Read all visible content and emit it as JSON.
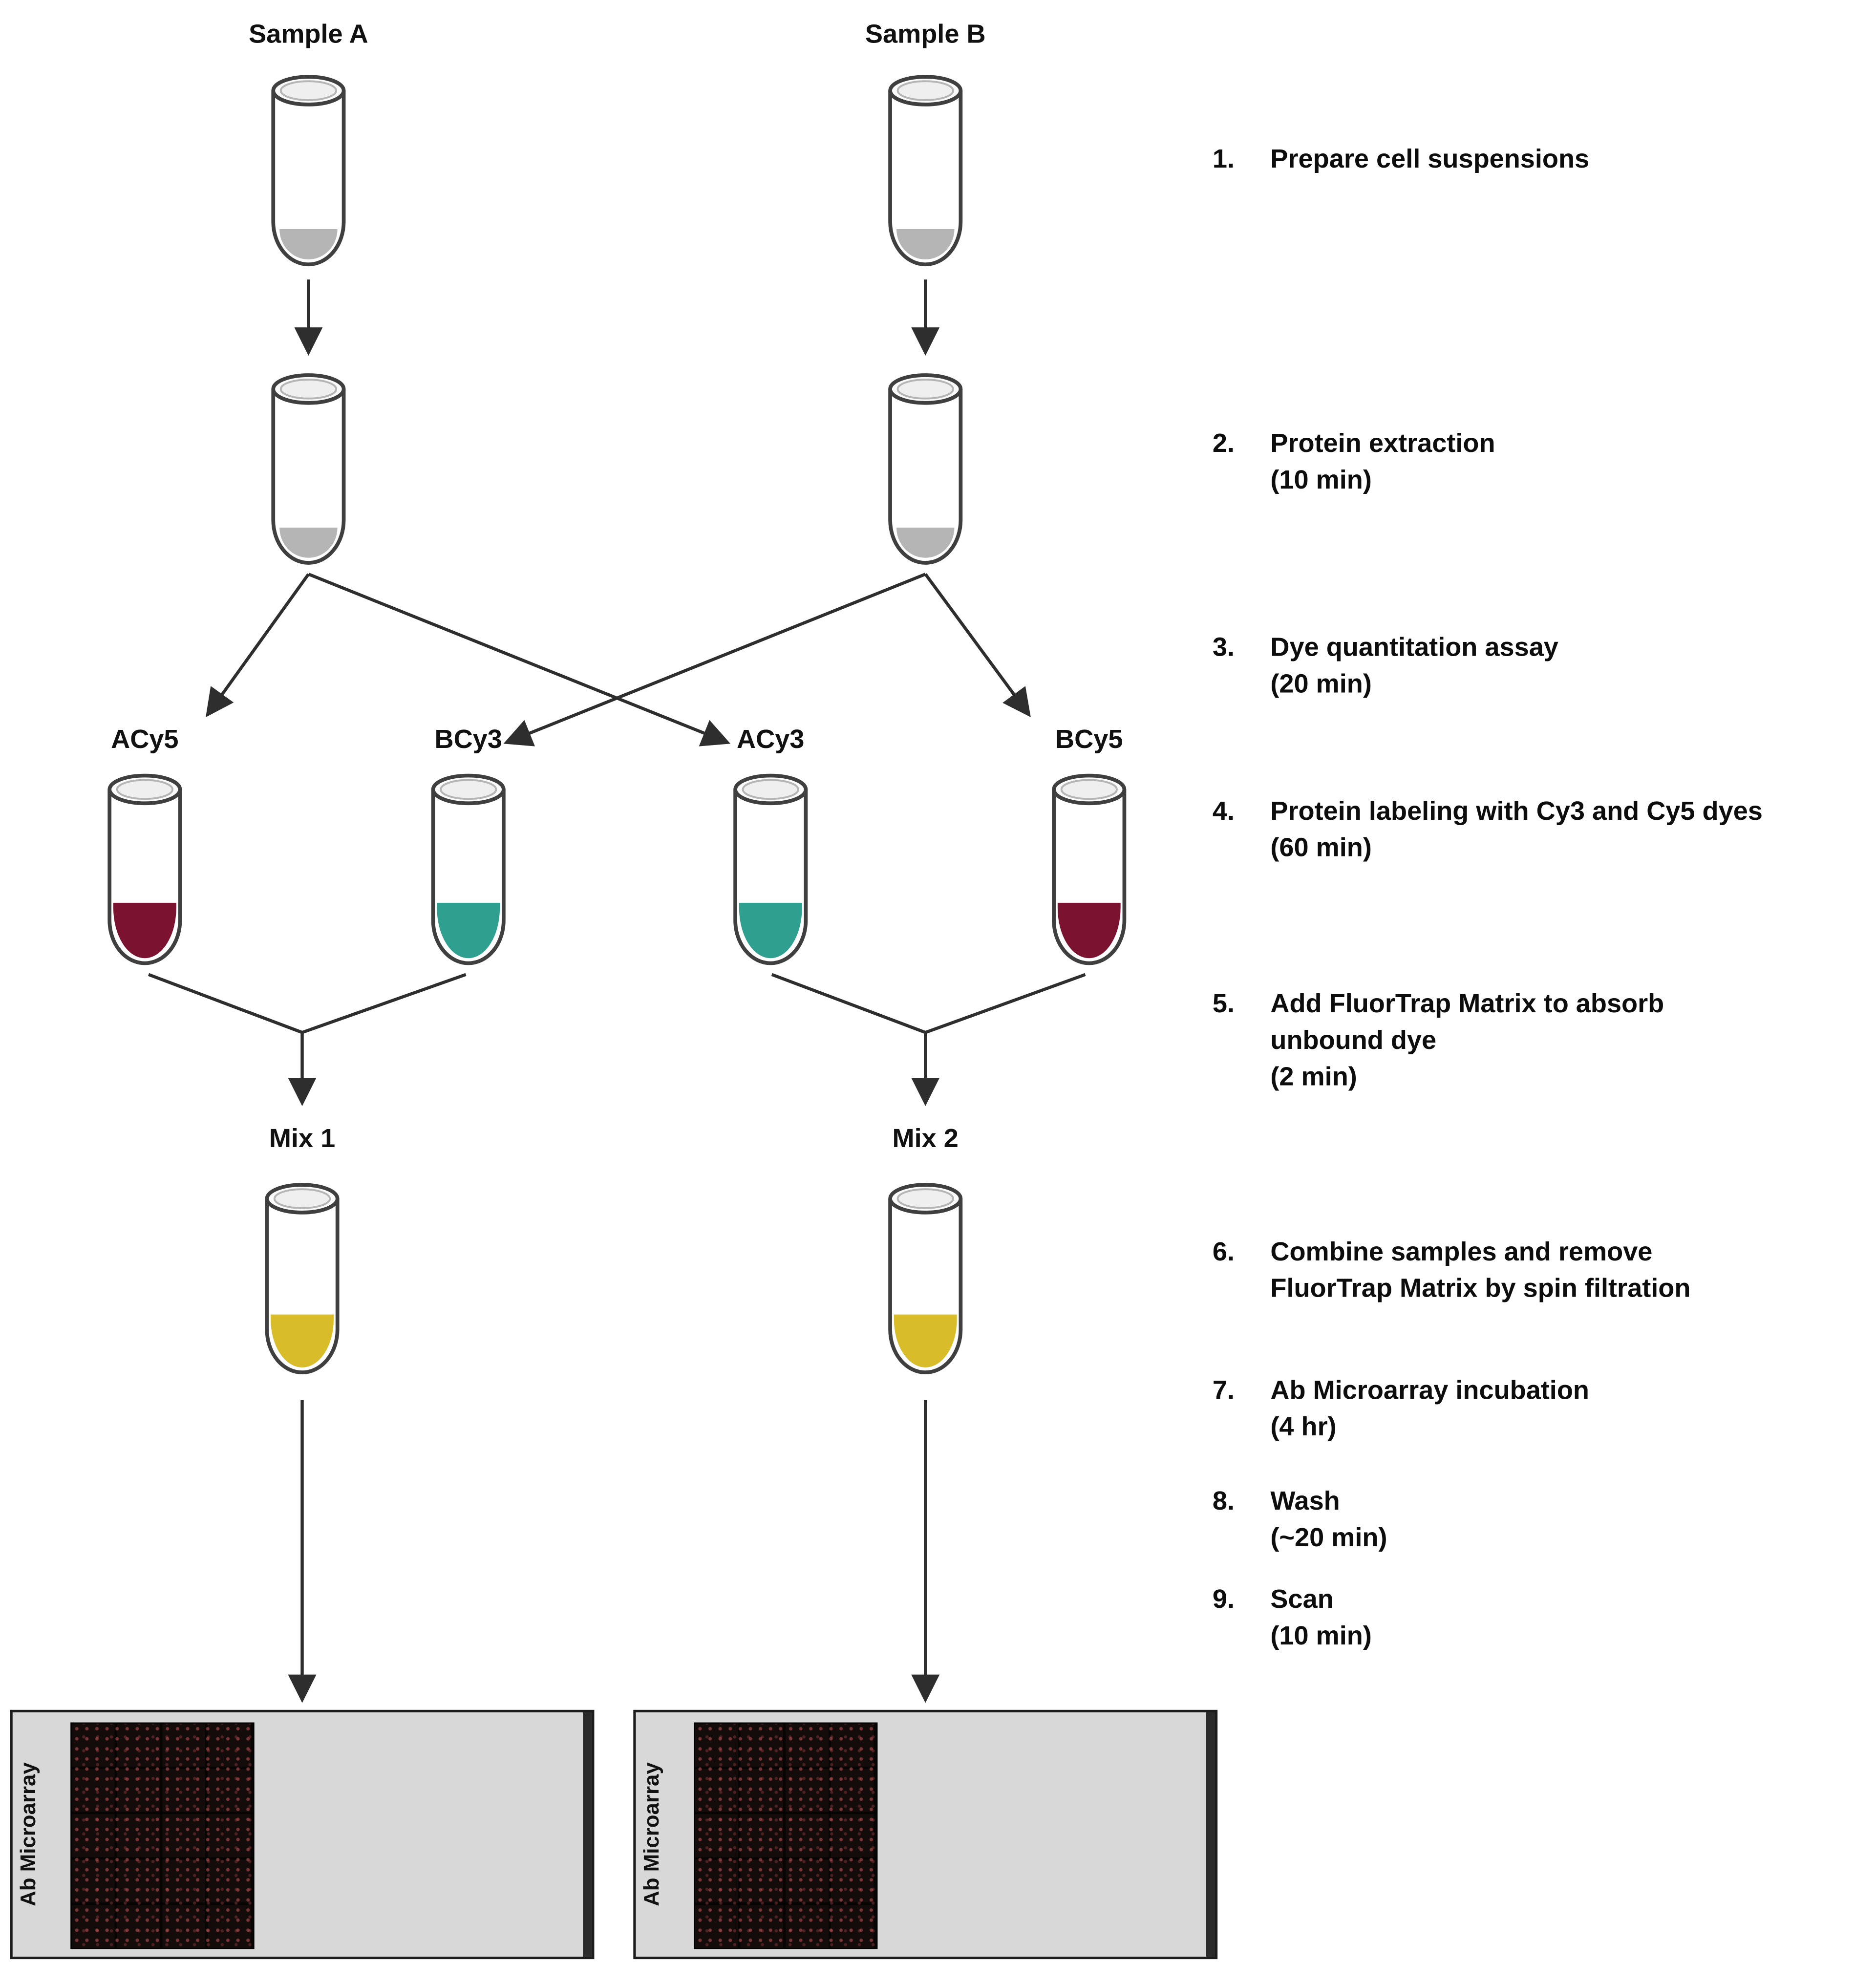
{
  "diagram": {
    "sample_a_label": "Sample A",
    "sample_b_label": "Sample B",
    "tube_labels": {
      "acy5": "ACy5",
      "bcy3": "BCy3",
      "acy3": "ACy3",
      "bcy5": "BCy5"
    },
    "mix1_label": "Mix 1",
    "mix2_label": "Mix 2",
    "array_label": "Ab Microarray",
    "colors": {
      "cy5_dye": "#7a1230",
      "cy3_dye": "#2f9f8f",
      "mix_dye": "#d9bc2a",
      "pellet_gray": "#b5b5b5",
      "slide_bg": "#d8d8d8"
    }
  },
  "steps": [
    {
      "num": "1.",
      "lines": [
        "Prepare cell suspensions"
      ]
    },
    {
      "num": "2.",
      "lines": [
        "Protein extraction",
        "(10 min)"
      ]
    },
    {
      "num": "3.",
      "lines": [
        "Dye quantitation assay",
        "(20 min)"
      ]
    },
    {
      "num": "4.",
      "lines": [
        "Protein labeling with Cy3 and Cy5 dyes",
        "(60 min)"
      ]
    },
    {
      "num": "5.",
      "lines": [
        "Add FluorTrap Matrix to absorb",
        "unbound dye",
        "(2 min)"
      ]
    },
    {
      "num": "6.",
      "lines": [
        "Combine samples and remove",
        "FluorTrap Matrix by spin filtration"
      ]
    },
    {
      "num": "7.",
      "lines": [
        "Ab Microarray incubation",
        "(4 hr)"
      ]
    },
    {
      "num": "8.",
      "lines": [
        "Wash",
        "(~20 min)"
      ]
    },
    {
      "num": "9.",
      "lines": [
        "Scan",
        "(10 min)"
      ]
    }
  ]
}
